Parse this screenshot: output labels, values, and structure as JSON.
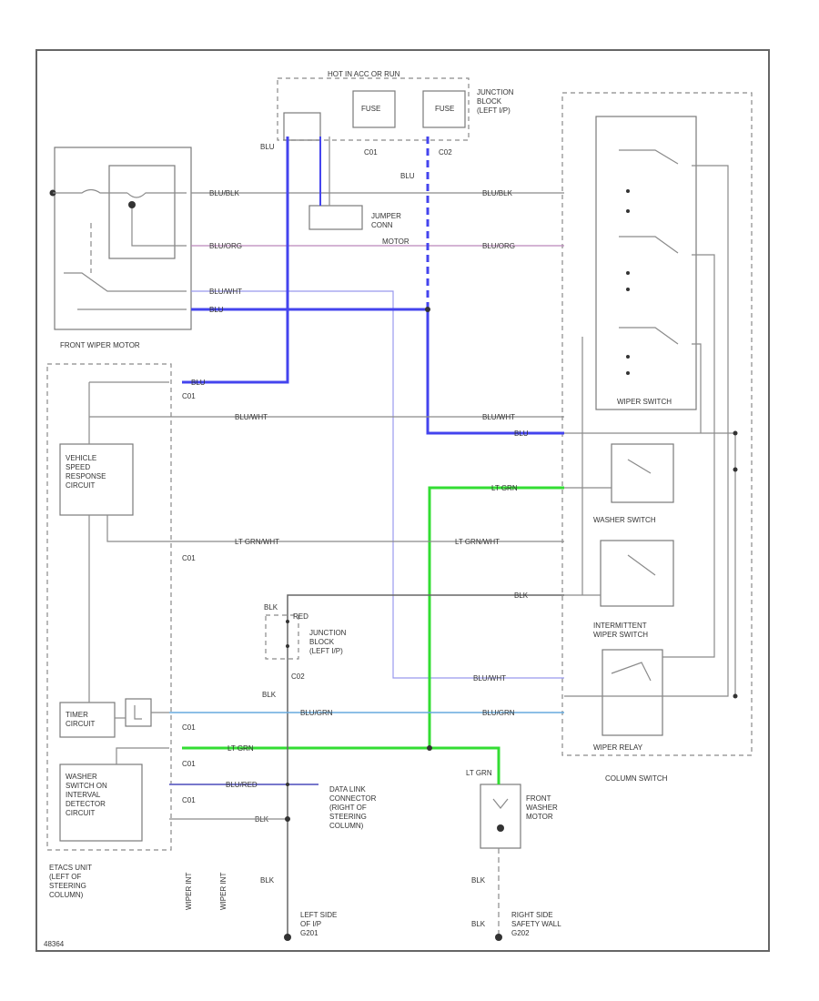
{
  "colors": {
    "wire": "#8a8a8a",
    "blue": "#4444ee",
    "lightblue": "#9999ee",
    "green": "#33dd33",
    "teal": "#66aadd",
    "purple": "#bb88bb"
  },
  "labels": {
    "fuse_box_title": "HOT IN ACC OR RUN",
    "fuse_a": "FUSE",
    "fuse_b": "FUSE",
    "junction_block_top": "JUNCTION BLOCK (LEFT I/P)",
    "jumper_conn": "JUMPER CONN",
    "front_wiper_motor": "FRONT WIPER MOTOR",
    "wiper_switch": "WIPER SWITCH",
    "washer_switch": "WASHER SWITCH",
    "intermittent_switch": "INTERMITTENT WIPER SWITCH",
    "wiper_relay": "WIPER RELAY",
    "column_switch": "COLUMN SWITCH",
    "vehicle_speed": "VEHICLE SPEED RESPONSE CIRCUIT",
    "timer_circuit": "TIMER CIRCUIT",
    "washer_detector": "WASHER SWITCH ON INTERVAL DETECTOR CIRCUIT",
    "etacs_unit": "ETACS UNIT (LEFT OF STEERING COLUMN)",
    "junction_block_mid": "JUNCTION BLOCK (LEFT I/P)",
    "data_link": "DATA LINK CONNECTOR (RIGHT OF STEERING COLUMN)",
    "front_washer_motor": "FRONT WASHER MOTOR",
    "ground_left": "LEFT SIDE OF I/P G201",
    "ground_right": "RIGHT SIDE SAFETY WALL G202",
    "c01": "C01",
    "c02": "C02",
    "wire_blu_blk": "BLU/BLK",
    "wire_blu_org": "BLU/ORG",
    "wire_blu_wht": "BLU/WHT",
    "wire_blu": "BLU",
    "wire_lt_grn": "LT GRN",
    "wire_lt_grn_wht": "LT GRN/WHT",
    "wire_blk": "BLK",
    "wire_blu_grn": "BLU/GRN",
    "wire_blu_red": "BLU/RED",
    "wire_red": "RED",
    "motor_note": "MOTOR",
    "code": "48364"
  }
}
